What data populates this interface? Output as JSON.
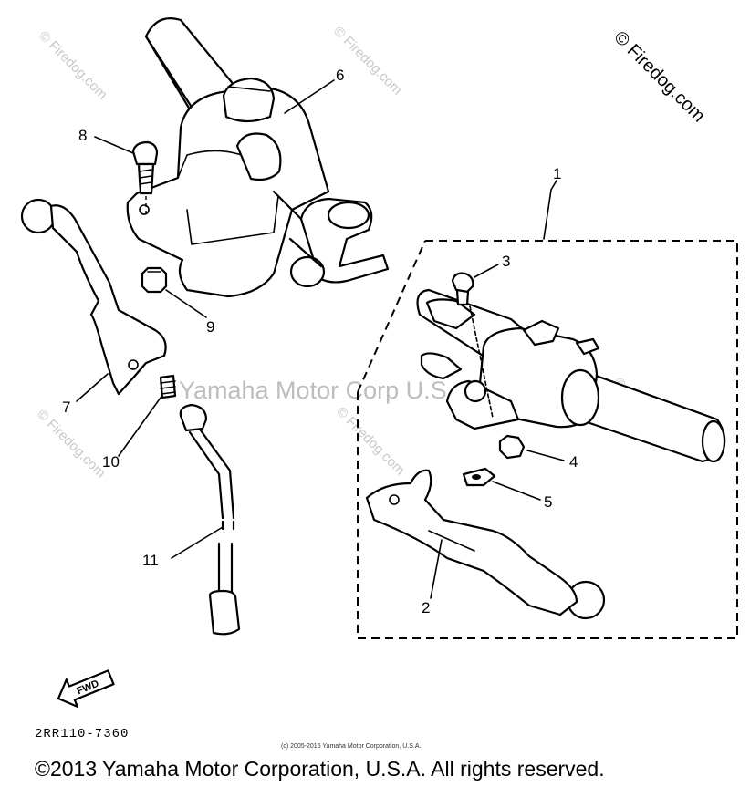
{
  "watermarks": {
    "site": "© Firedog.com",
    "center": "Yamaha Motor Corp U.S.A."
  },
  "corner_mark": "© Firedog.com",
  "callouts": {
    "c1": "1",
    "c2": "2",
    "c3": "3",
    "c4": "4",
    "c5": "5",
    "c6": "6",
    "c7": "7",
    "c8": "8",
    "c9": "9",
    "c10": "10",
    "c11": "11"
  },
  "fwd_label": "FWD",
  "drawing_code": "2RR110-7360",
  "small_copyright": "(c) 2005-2015 Yamaha Motor Corporation, U.S.A.",
  "footer_copyright": "©2013 Yamaha Motor Corporation, U.S.A. All rights reserved."
}
